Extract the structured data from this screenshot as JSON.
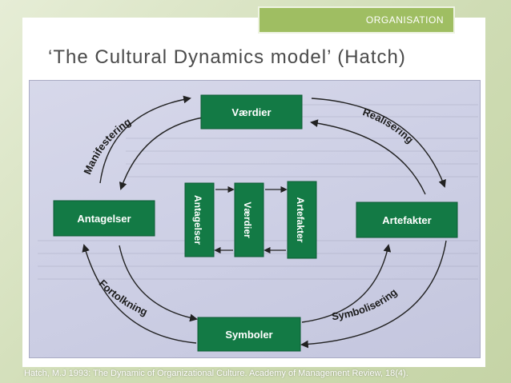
{
  "header": {
    "section_label": "ORGANISATION"
  },
  "slide": {
    "title": "‘The Cultural Dynamics model’ (Hatch)"
  },
  "diagram": {
    "boxes": {
      "top": "Værdier",
      "left": "Antagelser",
      "right": "Artefakter",
      "bottom": "Symboler"
    },
    "inner_boxes": [
      "Antagelser",
      "Værdier",
      "Artefakter"
    ],
    "arrow_labels": {
      "top_left": "Manifestering",
      "top_right": "Realisering",
      "bottom_left": "Fortolkning",
      "bottom_right": "Symbolisering"
    },
    "colors": {
      "box_green": "#137a45",
      "arrow": "#222222"
    }
  },
  "footer": {
    "citation": "Hatch, M.J 1993: The Dynamic of Organizational Culture. Academy of Management Review, 18(4)."
  }
}
